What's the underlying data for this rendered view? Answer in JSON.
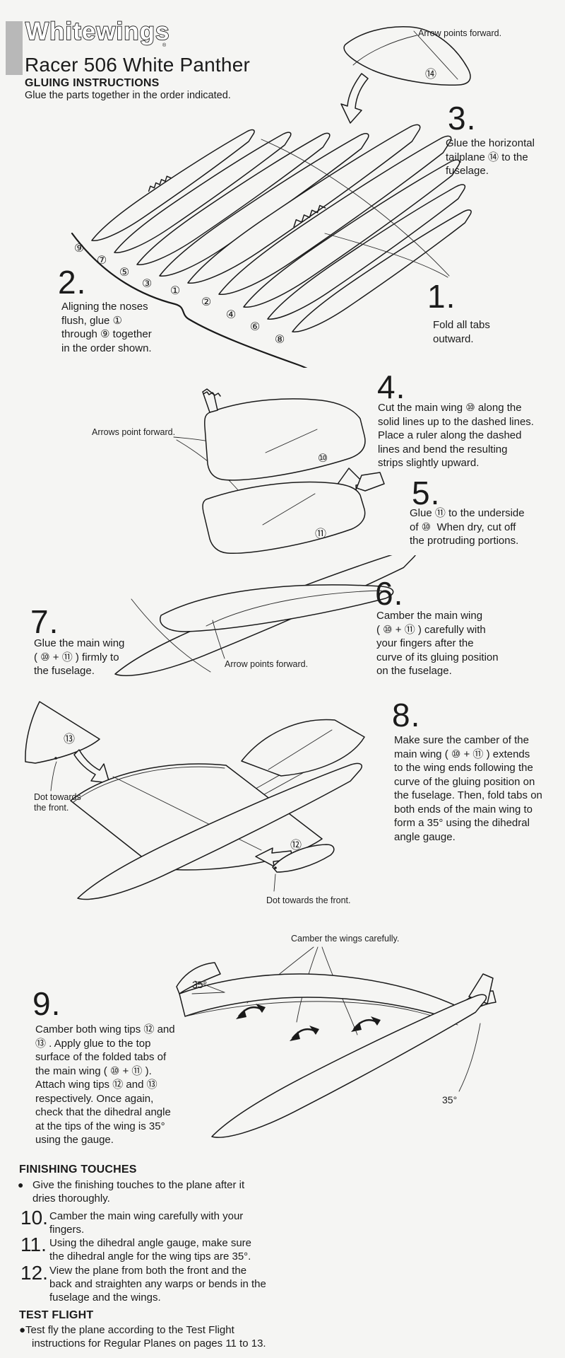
{
  "header": {
    "logo": "Whitewings",
    "registered": "®",
    "title": "Racer 506 White Panther",
    "heading": "GLUING INSTRUCTIONS",
    "intro": "Glue the parts together in the order indicated."
  },
  "colors": {
    "ink": "#1b1b1b",
    "paper": "#f5f5f3",
    "accent_bar": "#b8b8b8"
  },
  "steps": {
    "one": {
      "n": "1.",
      "t": "Fold all tabs\noutward."
    },
    "two": {
      "n": "2.",
      "t": "Aligning the noses\nflush, glue ①\nthrough ⑨ together\nin the order shown."
    },
    "three": {
      "n": "3.",
      "t": "Glue the horizontal\ntailplane ⑭ to the\nfuselage."
    },
    "four": {
      "n": "4.",
      "t": "Cut the main wing ⑩ along the\nsolid lines up to the dashed lines.\nPlace a ruler along the dashed\nlines and bend the resulting\nstrips slightly upward."
    },
    "five": {
      "n": "5.",
      "t": "Glue ⑪ to the underside\nof ⑩  When dry, cut off\nthe protruding portions."
    },
    "six": {
      "n": "6.",
      "t": "Camber the main wing\n( ⑩ + ⑪ ) carefully with\nyour fingers after the\ncurve of its gluing position\non the fuselage."
    },
    "seven": {
      "n": "7.",
      "t": "Glue the main wing\n( ⑩ + ⑪ ) firmly to\nthe fuselage."
    },
    "eight": {
      "n": "8.",
      "t": "Make sure the camber of the\nmain wing ( ⑩ + ⑪ ) extends\nto the wing ends following the\ncurve of the gluing position on\nthe fuselage. Then, fold tabs on\nboth ends of the main wing to\nform a 35° using the dihedral\nangle gauge."
    },
    "nine": {
      "n": "9.",
      "t": "Camber both wing tips ⑫ and\n⑬ . Apply glue to the top\nsurface of the folded tabs of\nthe main wing ( ⑩ + ⑪ ).\nAttach wing tips ⑫ and ⑬\nrespectively. Once again,\ncheck that the dihedral angle\nat the tips of the wing is 35°\nusing the gauge."
    }
  },
  "annotations": {
    "arrow_forward_tail": "Arrow points forward.",
    "arrows_forward_wings": "Arrows point forward.",
    "arrow_forward_wing": "Arrow points forward.",
    "dot_front_left": "Dot towards\nthe front.",
    "dot_front_right": "Dot towards the front.",
    "camber_wings": "Camber the wings carefully.",
    "angle_left": "35°",
    "angle_right": "35°"
  },
  "parts": {
    "tailplane": "⑭",
    "wing_top": "⑩",
    "wing_bottom": "⑪",
    "tip_right": "⑫",
    "tip_left": "⑬",
    "fan": [
      "⑨",
      "⑦",
      "⑤",
      "③",
      "①",
      "②",
      "④",
      "⑥",
      "⑧"
    ]
  },
  "finishing": {
    "heading": "FINISHING TOUCHES",
    "bullet": "●",
    "note": "Give the finishing touches to the plane after it\ndries thoroughly.",
    "items": [
      {
        "n": "10.",
        "t": "Camber the main wing carefully with your\nfingers."
      },
      {
        "n": "11.",
        "t": "Using the dihedral angle gauge, make sure\nthe dihedral angle for the wing tips are 35°."
      },
      {
        "n": "12.",
        "t": "View the plane from both the front and the\nback and straighten any warps or bends in the\nfuselage and the wings."
      }
    ]
  },
  "test_flight": {
    "heading": "TEST FLIGHT",
    "note": "●Test fly the plane according to the Test Flight\ninstructions for Regular Planes on pages 11 to 13."
  }
}
